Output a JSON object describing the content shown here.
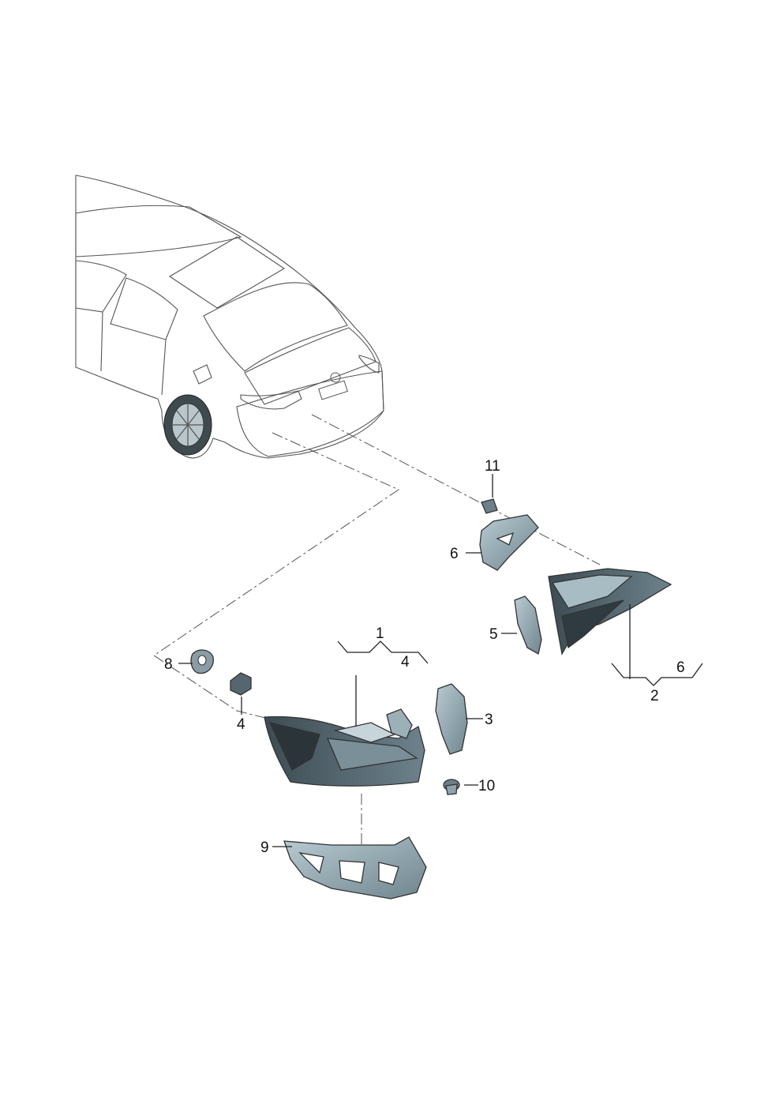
{
  "diagram": {
    "callouts": [
      {
        "id": "callout-1",
        "text": "1"
      },
      {
        "id": "callout-4-top",
        "text": "4"
      },
      {
        "id": "callout-2",
        "text": "2"
      },
      {
        "id": "callout-6-right",
        "text": "6"
      },
      {
        "id": "callout-11",
        "text": "11"
      },
      {
        "id": "callout-6-bracket",
        "text": "6"
      },
      {
        "id": "callout-5",
        "text": "5"
      },
      {
        "id": "callout-8",
        "text": "8"
      },
      {
        "id": "callout-4-grommet",
        "text": "4"
      },
      {
        "id": "callout-3",
        "text": "3"
      },
      {
        "id": "callout-10",
        "text": "10"
      },
      {
        "id": "callout-9",
        "text": "9"
      }
    ],
    "colors": {
      "line": "#222222",
      "part_dark": "#4a5a62",
      "part_mid": "#8fa3ad",
      "glass": "#9fb8c2",
      "car_body": "#d8e4e8"
    }
  }
}
